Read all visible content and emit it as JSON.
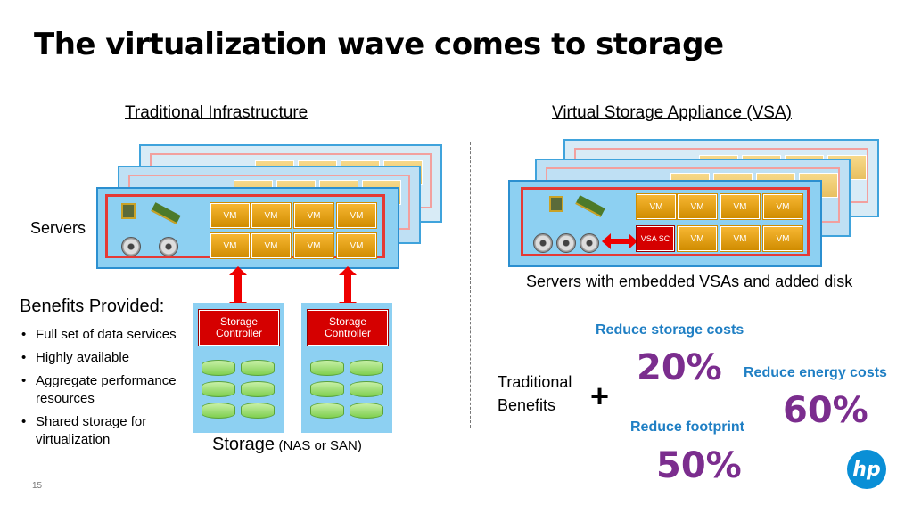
{
  "slide": {
    "title": "The virtualization wave comes to storage",
    "page_number": "15"
  },
  "left": {
    "heading": "Traditional Infrastructure",
    "servers_label": "Servers",
    "vm_label": "VM",
    "controller_label": "Storage Controller",
    "storage_label": "Storage",
    "storage_sub": "(NAS or SAN)",
    "benefits_title": "Benefits Provided:",
    "benefits": [
      "Full set of data services",
      "Highly available",
      "Aggregate performance resources",
      "Shared storage for virtualization"
    ]
  },
  "right": {
    "heading": "Virtual Storage Appliance (VSA)",
    "vm_label": "VM",
    "vsa_sc_label": "VSA SC",
    "caption": "Servers with embedded VSAs and added disk",
    "traditional_benefits": "Traditional Benefits",
    "plus": "+",
    "stats": [
      {
        "label": "Reduce storage costs",
        "value": "20%"
      },
      {
        "label": "Reduce energy costs",
        "value": "60%"
      },
      {
        "label": "Reduce footprint",
        "value": "50%"
      }
    ]
  },
  "logo": {
    "text": "hp",
    "color": "#0a8fd6"
  },
  "colors": {
    "accent_blue": "#1f7fc4",
    "stat_purple": "#7b2d8e",
    "red": "#d50000",
    "vm_gold": "#f7b733"
  }
}
